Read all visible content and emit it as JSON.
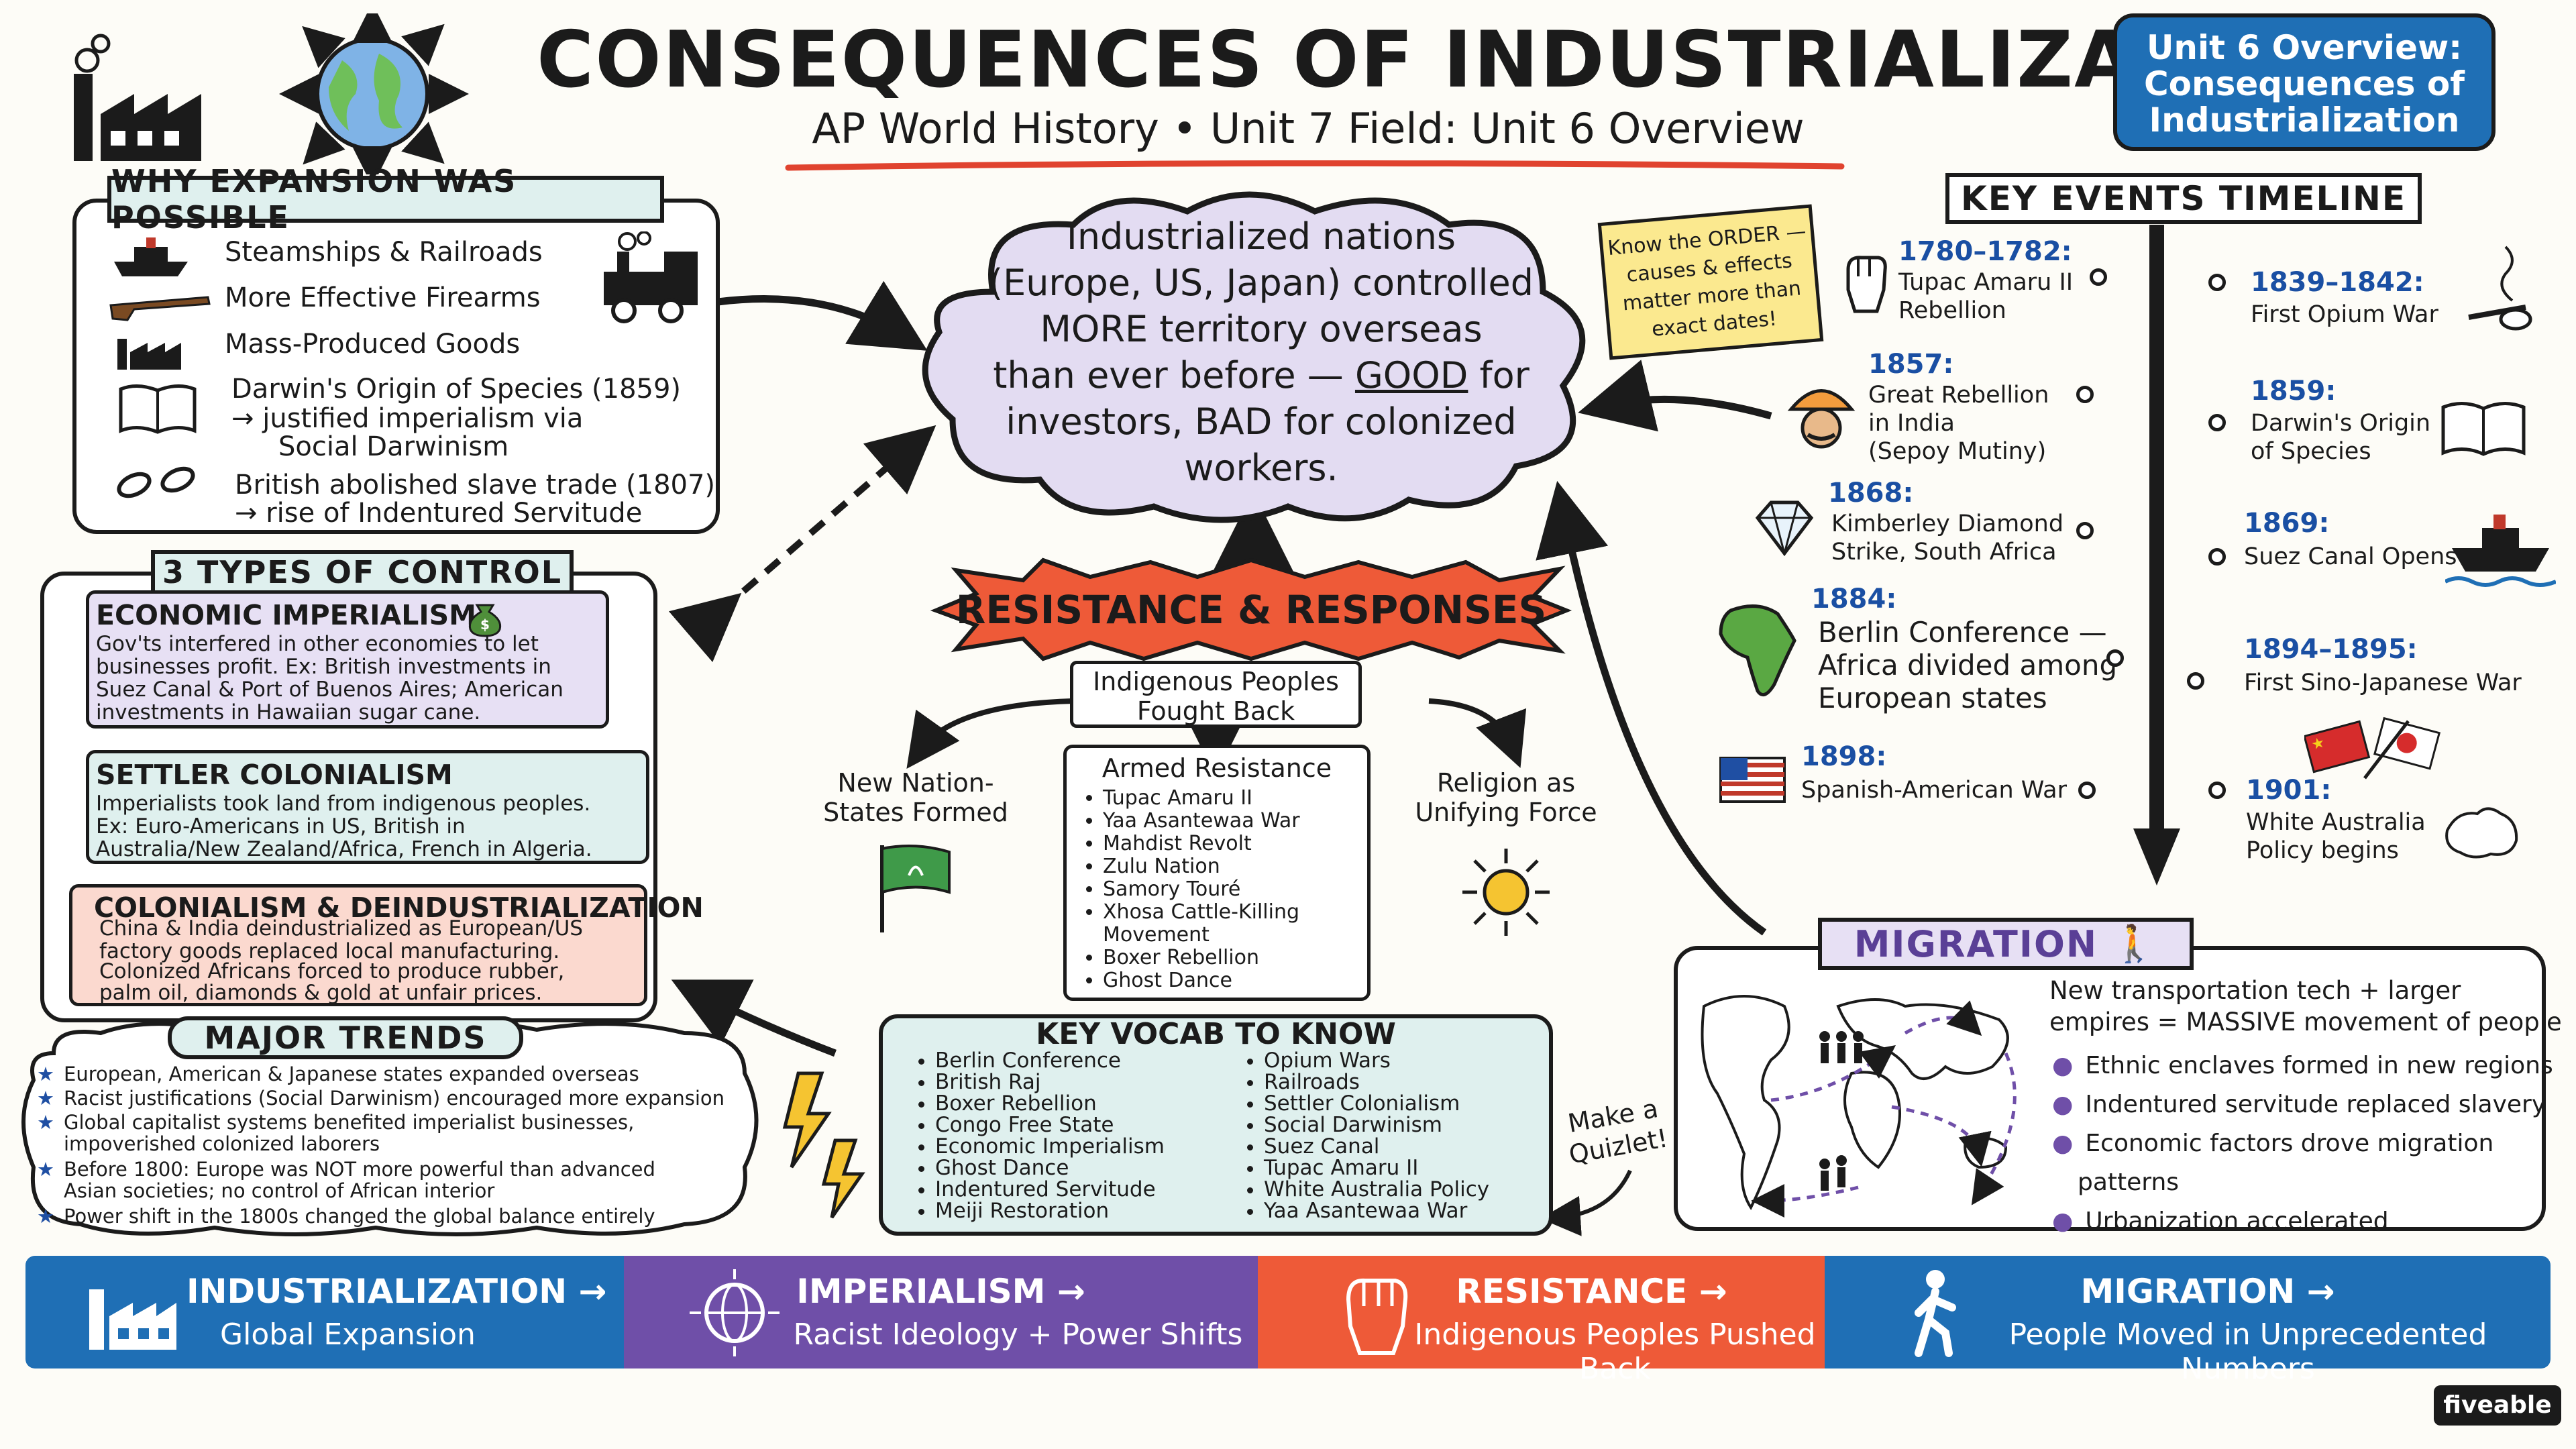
{
  "header": {
    "title": "CONSEQUENCES OF INDUSTRIALIZATION",
    "subtitle": "AP World History • Unit 7 Field: Unit 6 Overview"
  },
  "overview_badge": {
    "line1": "Unit 6 Overview:",
    "line2": "Consequences of",
    "line3": "Industrialization"
  },
  "why_expansion": {
    "title": "WHY EXPANSION WAS POSSIBLE",
    "items": [
      {
        "icon": "steamship-icon",
        "text": "Steamships & Railroads"
      },
      {
        "icon": "rifle-icon",
        "text": "More Effective Firearms"
      },
      {
        "icon": "factory-icon",
        "text": "Mass-Produced Goods"
      },
      {
        "icon": "book-icon",
        "line1": "Darwin's Origin of Species (1859)",
        "line2": "→ justified imperialism via",
        "line3": "Social Darwinism"
      },
      {
        "icon": "broken-chain-icon",
        "line1": "British abolished slave trade (1807)",
        "line2": "→ rise of Indentured Servitude"
      }
    ]
  },
  "central": {
    "line1": "Industrialized nations",
    "line2": "(Europe, US, Japan) controlled",
    "line3": "MORE territory overseas",
    "line4a": "than ever before — ",
    "line4b": "GOOD",
    "line4c": " for",
    "line5": "investors, BAD for colonized",
    "line6": "workers."
  },
  "sticky_note": {
    "line1": "Know the ORDER —",
    "line2": "causes & effects",
    "line3": "matter more than",
    "line4": "exact dates!"
  },
  "timeline": {
    "title": "KEY EVENTS TIMELINE",
    "left": [
      {
        "date": "1780–1782:",
        "line1": "Tupac Amaru II",
        "line2": "Rebellion",
        "icon": "raised-fist-icon"
      },
      {
        "date": "1857:",
        "line1": "Great Rebellion",
        "line2": "in India",
        "line3": "(Sepoy Mutiny)",
        "icon": "turban-icon"
      },
      {
        "date": "1868:",
        "line1": "Kimberley Diamond",
        "line2": "Strike, South Africa",
        "icon": "diamond-icon"
      },
      {
        "date": "1884:",
        "line1": "Berlin Conference —",
        "line2": "Africa divided among",
        "line3": "European states",
        "icon": "africa-icon"
      },
      {
        "date": "1898:",
        "line1": "Spanish-American War",
        "icon": "us-flag-icon"
      }
    ],
    "right": [
      {
        "date": "1839–1842:",
        "line1": "First Opium War",
        "icon": "opium-pipe-icon"
      },
      {
        "date": "1859:",
        "line1": "Darwin's Origin",
        "line2": "of Species",
        "icon": "book-icon"
      },
      {
        "date": "1869:",
        "line1": "Suez Canal Opens",
        "icon": "ship-icon"
      },
      {
        "date": "1894–1895:",
        "line1": "First Sino-Japanese War",
        "icon": "china-japan-flags-icon"
      },
      {
        "date": "1901:",
        "line1": "White Australia",
        "line2": "Policy begins",
        "icon": "australia-icon"
      }
    ]
  },
  "control": {
    "title": "3 TYPES OF CONTROL",
    "economic": {
      "title": "ECONOMIC IMPERIALISM",
      "l1": "Gov'ts interfered in other economies to let",
      "l2": "businesses profit. Ex: British investments in",
      "l3": "Suez Canal & Port of Buenos Aires; American",
      "l4": "investments in Hawaiian sugar cane."
    },
    "settler": {
      "title": "SETTLER COLONIALISM",
      "l1": "Imperialists took land from indigenous peoples.",
      "l2": "Ex: Euro-Americans in US, British in",
      "l3": "Australia/New Zealand/Africa, French in Algeria."
    },
    "colonial": {
      "title": "COLONIALISM & DEINDUSTRIALIZATION",
      "l1": "China & India deindustrialized as European/US",
      "l2": "factory goods replaced local manufacturing.",
      "l3": "Colonized Africans forced to produce rubber,",
      "l4": "palm oil, diamonds & gold at unfair prices."
    }
  },
  "resistance": {
    "title": "RESISTANCE & RESPONSES",
    "fought_back_l1": "Indigenous Peoples",
    "fought_back_l2": "Fought Back",
    "nation_states_l1": "New Nation-",
    "nation_states_l2": "States Formed",
    "religion_l1": "Religion as",
    "religion_l2": "Unifying Force",
    "armed_title": "Armed Resistance",
    "armed": [
      "Tupac Amaru II",
      "Yaa Asantewaa War",
      "Mahdist Revolt",
      "Zulu Nation",
      "Samory Touré",
      "Xhosa Cattle-Killing Movement",
      "Boxer Rebellion",
      "Ghost Dance"
    ]
  },
  "trends": {
    "title": "MAJOR TRENDS",
    "items": [
      {
        "l1": "European, American & Japanese states expanded overseas"
      },
      {
        "l1": "Racist justifications (Social Darwinism) encouraged more expansion"
      },
      {
        "l1": "Global capitalist systems benefited imperialist businesses,",
        "l2": "impoverished colonized laborers"
      },
      {
        "l1": "Before 1800: Europe was NOT more powerful than advanced",
        "l2": "Asian societies; no control of African interior"
      },
      {
        "l1": "Power shift in the 1800s changed the global balance entirely"
      }
    ]
  },
  "vocab": {
    "title": "KEY VOCAB TO KNOW",
    "col1": [
      "Berlin Conference",
      "British Raj",
      "Boxer Rebellion",
      "Congo Free State",
      "Economic Imperialism",
      "Ghost Dance",
      "Indentured Servitude",
      "Meiji Restoration"
    ],
    "col2": [
      "Opium Wars",
      "Railroads",
      "Settler Colonialism",
      "Social Darwinism",
      "Suez Canal",
      "Tupac Amaru II",
      "White Australia Policy",
      "Yaa Asantewaa War"
    ]
  },
  "quizlet": {
    "l1": "Make a",
    "l2": "Quizlet!"
  },
  "migration": {
    "title": "MIGRATION",
    "intro1": "New transportation tech + larger",
    "intro2": "empires = MASSIVE movement of people",
    "items": [
      "Ethnic enclaves formed in new regions",
      "Indentured servitude replaced slavery",
      "Economic factors drove migration patterns",
      "Urbanization accelerated"
    ]
  },
  "bands": [
    {
      "head": "INDUSTRIALIZATION →",
      "sub": "Global Expansion",
      "color": "#1f6fb5",
      "icon": "factory-icon"
    },
    {
      "head": "IMPERIALISM →",
      "sub": "Racist Ideology + Power Shifts",
      "color": "#6f4fa8",
      "icon": "globe-network-icon"
    },
    {
      "head": "RESISTANCE →",
      "sub": "Indigenous Peoples Pushed Back",
      "color": "#ee5a38",
      "icon": "raised-fist-icon"
    },
    {
      "head": "MIGRATION →",
      "sub": "People Moved in Unprecedented Numbers",
      "color": "#1f6fb5",
      "icon": "walking-person-icon"
    }
  ],
  "brand": "fiveable",
  "colors": {
    "blue": "#1f6fb5",
    "purple": "#6f4fa8",
    "orange": "#ee5a38",
    "cloud": "#e3dcf2",
    "mint": "#dff0ee",
    "pink": "#fbd9cf",
    "lavender": "#e7e0f4",
    "sticky": "#fbe98f",
    "date_blue": "#1a4fa3",
    "red_line": "#e0432f"
  }
}
